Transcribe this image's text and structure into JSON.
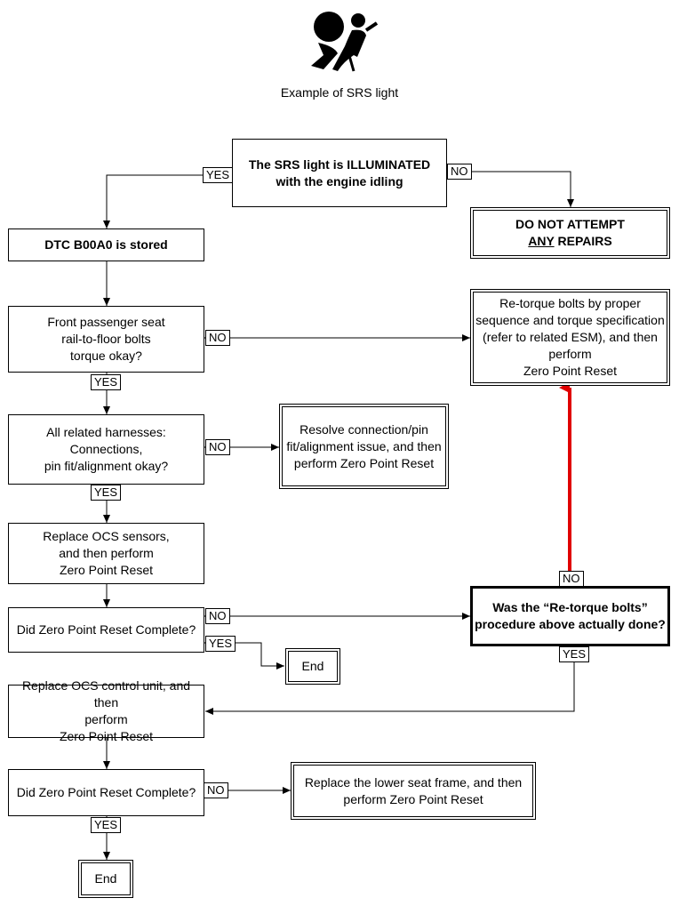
{
  "caption": "Example of SRS light",
  "icon": "airbag-warning-icon",
  "colors": {
    "highlight_arrow": "#e00000"
  },
  "nodes": {
    "start": "The SRS light is ILLUMINATED\nwith the engine idling",
    "no_repairs_line1": "DO NOT ATTEMPT",
    "no_repairs_any": "ANY",
    "no_repairs_rest": " REPAIRS",
    "dtc": "DTC B00A0 is stored",
    "bolts_check": "Front passenger seat\nrail-to-floor bolts\ntorque okay?",
    "retorque": "Re-torque bolts by proper\nsequence and torque specification\n(refer to related ESM), and then\nperform\nZero Point Reset",
    "harness_check": "All related harnesses: Connections,\npin fit/alignment okay?",
    "resolve_connection": "Resolve connection/pin\nfit/alignment issue, and then\nperform Zero Point Reset",
    "replace_ocs_sensors": "Replace OCS sensors,\nand then perform\nZero Point Reset",
    "zpr_check_1": "Did Zero Point Reset Complete?",
    "end_1": "End",
    "retorque_done_check": "Was the “Re-torque bolts”\nprocedure above actually done?",
    "replace_ocs_control": "Replace OCS control unit, and then\nperform\nZero Point Reset",
    "zpr_check_2": "Did Zero Point Reset Complete?",
    "replace_seat_frame": "Replace the lower seat frame, and then\nperform Zero Point Reset",
    "end_2": "End"
  },
  "labels": {
    "yes": "YES",
    "no": "NO"
  }
}
